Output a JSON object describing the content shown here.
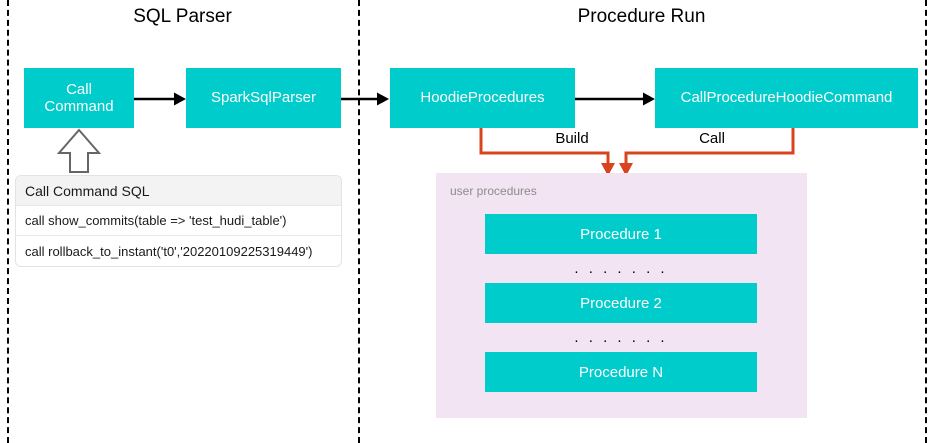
{
  "sections": [
    {
      "id": "sql-parser",
      "title": "SQL Parser"
    },
    {
      "id": "procedure-run",
      "title": "Procedure Run"
    }
  ],
  "nodes": {
    "call_command": "Call\nCommand",
    "spark_sql_parser": "SparkSqlParser",
    "hoodie_procedures": "HoodieProcedures",
    "call_procedure_hoodie_command": "CallProcedureHoodieCommand"
  },
  "sql_table": {
    "header": "Call Command SQL",
    "rows": [
      "call show_commits(table => 'test_hudi_table')",
      "call rollback_to_instant('t0','20220109225319449')"
    ]
  },
  "edge_labels": {
    "build": "Build",
    "call": "Call"
  },
  "user_procedures": {
    "label": "user procedures",
    "items": [
      {
        "type": "box",
        "text": "Procedure 1"
      },
      {
        "type": "dots",
        "text": ". . . . . . ."
      },
      {
        "type": "box",
        "text": "Procedure 2"
      },
      {
        "type": "dots",
        "text": ". . . . . . ."
      },
      {
        "type": "box",
        "text": "Procedure N"
      }
    ]
  },
  "colors": {
    "node_teal": "#00cccc",
    "panel_purple": "#f2e4f3",
    "connector_orange": "#d8441f",
    "divider_black": "#000000",
    "label_gray": "#8c8c8c",
    "table_header_gray": "#f3f3f3"
  }
}
